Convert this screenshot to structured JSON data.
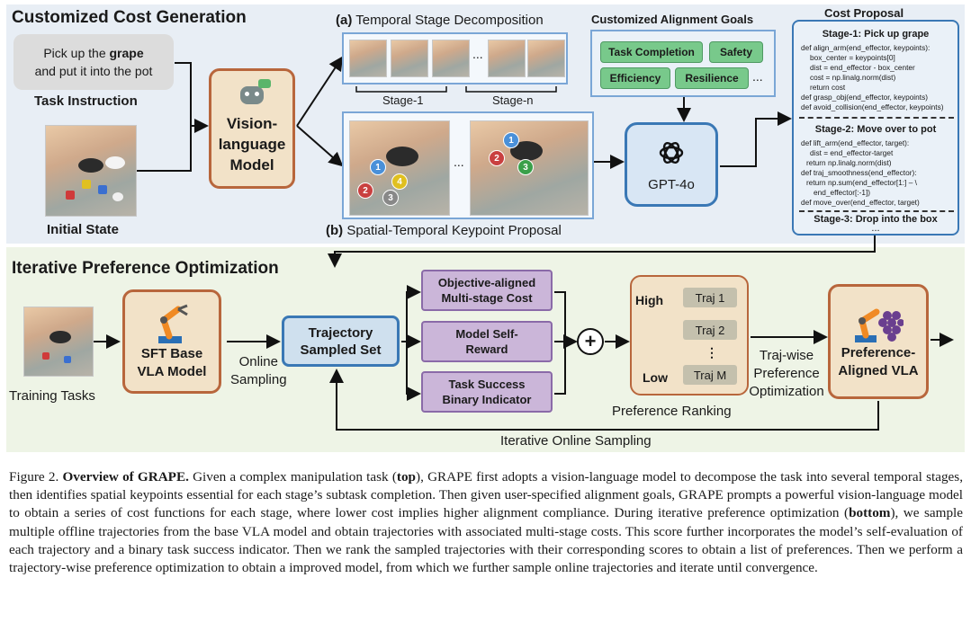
{
  "top": {
    "section_title": "Customized Cost Generation",
    "instruction": {
      "pre": "Pick up the ",
      "bold": "grape",
      "post": "and put it into the pot"
    },
    "instruction_label": "Task Instruction",
    "initial_state_label": "Initial State",
    "vlm_lines": [
      "Vision-",
      "language",
      "Model"
    ],
    "decomp_label_a": "(a)",
    "decomp_title": "Temporal Stage Decomposition",
    "stage1_label": "Stage-1",
    "stagen_label": "Stage-n",
    "ellipsis": "...",
    "keypoint_label_b": "(b)",
    "keypoint_title": "Spatial-Temporal Keypoint Proposal",
    "keypoints_left": [
      "1",
      "2",
      "3",
      "4"
    ],
    "keypoints_right": [
      "1",
      "2",
      "3"
    ],
    "goals_title": "Customized Alignment Goals",
    "goals": [
      "Task Completion",
      "Safety",
      "Efficiency",
      "Resilience"
    ],
    "goals_more": "...",
    "gpt_label": "GPT-4o",
    "cost_title": "Cost Proposal",
    "stage1_head": "Stage-1: Pick up grape",
    "stage1_code": [
      "def align_arm(end_effector, keypoints):",
      "  box_center = keypoints[0]",
      "  dist = end_effector - box_center",
      "  cost = np.linalg.norm(dist)",
      "  return cost",
      "def grasp_obj(end_effector, keypoints)",
      "def avoid_collision(end_effector, keypoints)"
    ],
    "stage2_head": "Stage-2: Move over to pot",
    "stage2_code": [
      "def lift_arm(end_effector, target):",
      "  dist = end_effector-target",
      "  return np.linalg.norm(dist)",
      "def traj_smoothness(end_effector):",
      "  return np.sum(end_effector[1:] – \\",
      "    end_effector[:-1])",
      "def move_over(end_effector, target)"
    ],
    "stage3_head": "Stage-3: Drop into the box",
    "cost_more": "..."
  },
  "bottom": {
    "section_title": "Iterative Preference Optimization",
    "training_label": "Training Tasks",
    "sft_lines": [
      "SFT Base",
      "VLA Model"
    ],
    "online_sampling": [
      "Online",
      "Sampling"
    ],
    "traj_set": [
      "Trajectory",
      "Sampled Set"
    ],
    "reward1": [
      "Objective-aligned",
      "Multi-stage Cost"
    ],
    "reward2": [
      "Model Self-",
      "Reward"
    ],
    "reward3": [
      "Task Success",
      "Binary Indicator"
    ],
    "plus": "+",
    "high": "High",
    "low": "Low",
    "trajs": [
      "Traj 1",
      "Traj 2",
      "Traj M"
    ],
    "vdots": "⋮",
    "ranking_label": "Preference Ranking",
    "trajwise": [
      "Traj-wise",
      "Preference",
      "Optimization"
    ],
    "aligned_vla": [
      "Preference-",
      "Aligned VLA"
    ],
    "loop_label": "Iterative Online Sampling"
  },
  "caption": {
    "fig": "Figure 2.",
    "title": "Overview of GRAPE.",
    "t1": " Given a complex manipulation task (",
    "top": "top",
    "t2": "), GRAPE first adopts a vision-language model to decompose the task into several temporal stages, then identifies spatial keypoints essential for each stage’s subtask completion. Then given user-specified alignment goals, GRAPE prompts a powerful vision-language model to obtain a series of cost functions for each stage, where lower cost implies higher alignment compliance. During iterative preference optimization (",
    "bottom": "bottom",
    "t3": "), we sample multiple offline trajectories from the base VLA model and obtain trajectories with associated multi-stage costs. This score further incorporates the model’s self-evaluation of each trajectory and a binary task success indicator. Then we rank the sampled trajectories with their corresponding scores to obtain a list of preferences. Then we perform a trajectory-wise preference optimization to obtain a improved model, from which we further sample online trajectories and iterate until convergence."
  }
}
